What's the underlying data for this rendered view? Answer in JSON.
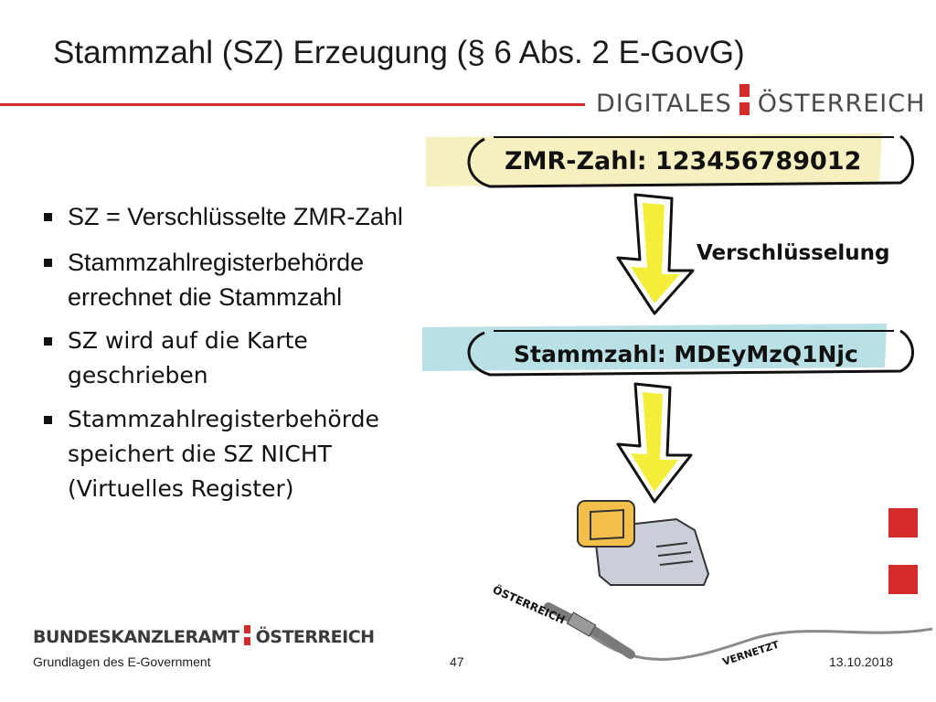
{
  "slide": {
    "title": "Stammzahl (SZ) Erzeugung (§ 6 Abs. 2 E-GovG)",
    "logo_top": {
      "left": "DIGITALES",
      "right": "ÖSTERREICH"
    },
    "bullets": [
      "SZ = Verschlüsselte ZMR-Zahl",
      "Stammzahlregisterbehörde errechnet die Stammzahl",
      "SZ wird auf die Karte geschrieben",
      "Stammzahlregisterbehörde speichert die SZ NICHT (Virtuelles Register)"
    ],
    "diagram": {
      "zmr_box": "ZMR-Zahl: 123456789012",
      "arrow_label": "Verschlüsselung",
      "stammzahl_box": "Stammzahl: MDEyMzQ1Njc",
      "cable_word_1": "ÖSTERREICH",
      "cable_word_2": "VERNETZT",
      "colors": {
        "zmr_box_fill": "#f6efc0",
        "stammzahl_box_fill": "#b9e0e5",
        "arrow_fill": "#f4ee3a",
        "accent_red": "#d42a2a",
        "card_fill": "#c9ced8",
        "chip_fill": "#f2c04a"
      }
    },
    "footer": {
      "logo_left": "BUNDESKANZLERAMT",
      "logo_right": "ÖSTERREICH",
      "course": "Grundlagen des E-Government",
      "page": "47",
      "date": "13.10.2018"
    }
  }
}
